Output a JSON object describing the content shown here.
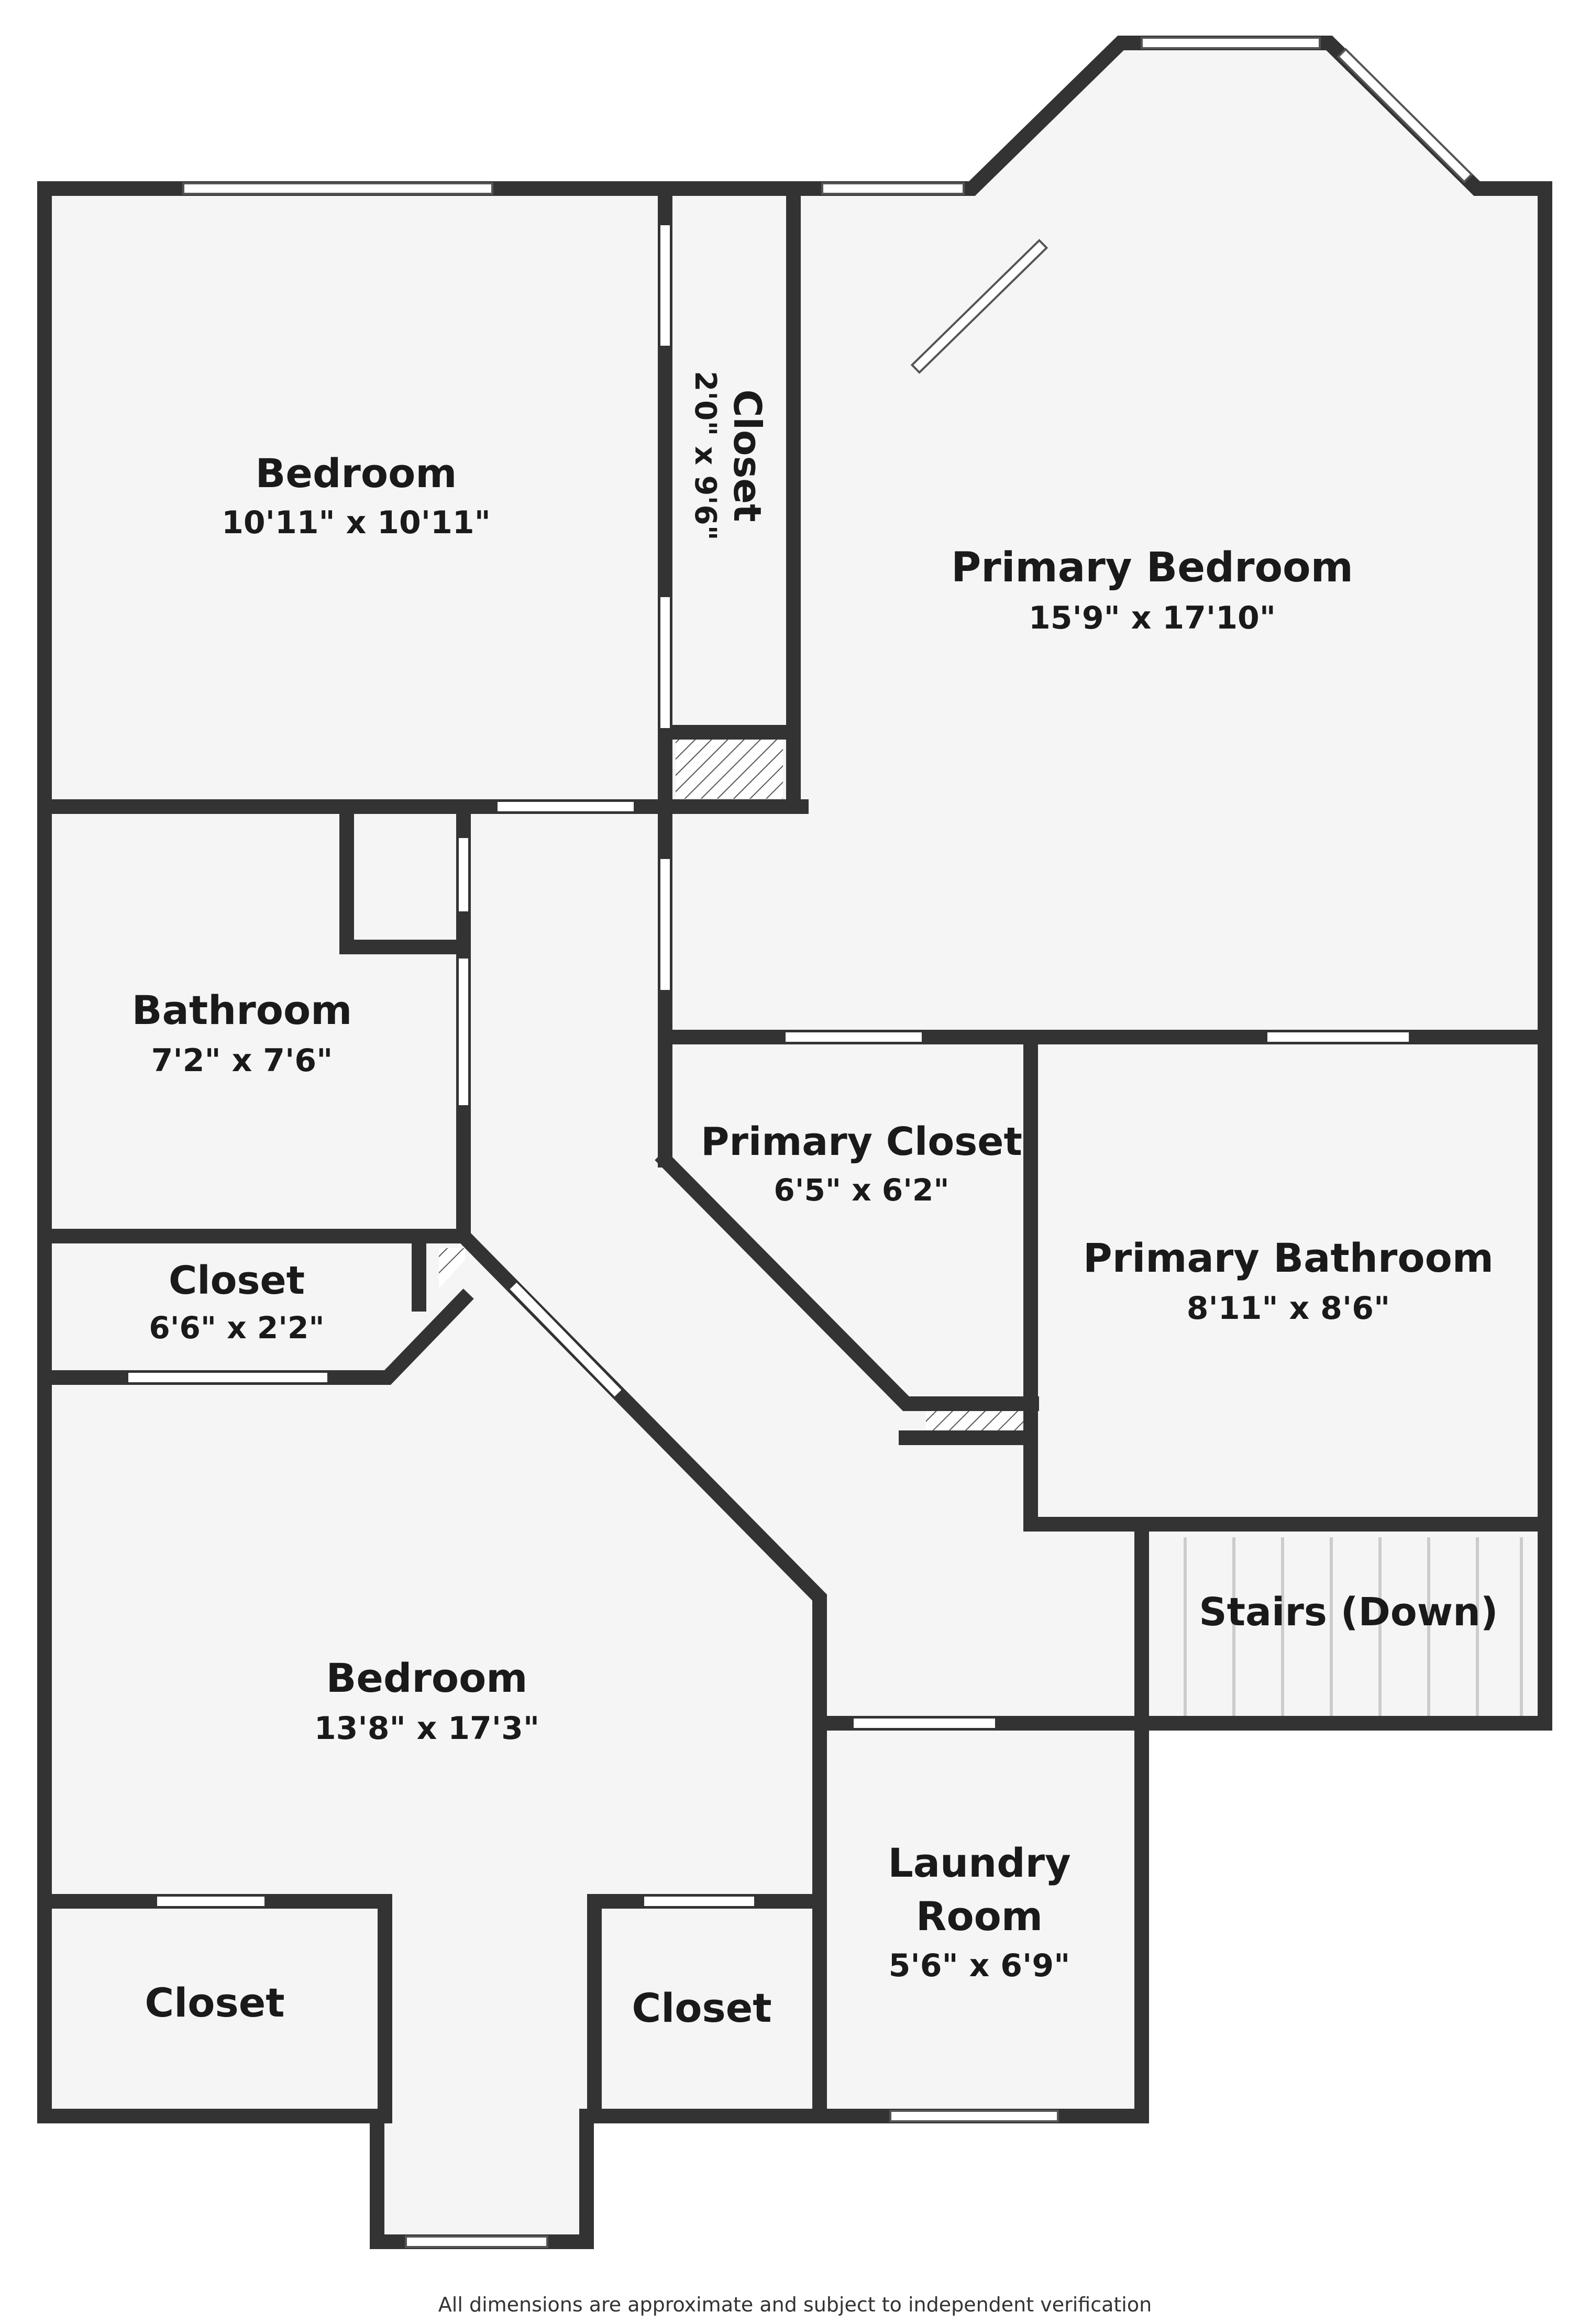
{
  "floor_plan": {
    "rooms": {
      "bedroom_nw": {
        "name": "Bedroom",
        "dims": "10'11\" x 10'11\""
      },
      "closet_nw": {
        "name": "Closet",
        "dims": "2'0\" x 9'6\""
      },
      "primary_bedroom": {
        "name": "Primary Bedroom",
        "dims": "15'9\" x 17'10\""
      },
      "bathroom": {
        "name": "Bathroom",
        "dims": "7'2\" x 7'6\""
      },
      "primary_closet": {
        "name": "Primary Closet",
        "dims": "6'5\" x 6'2\""
      },
      "primary_bathroom": {
        "name": "Primary Bathroom",
        "dims": "8'11\" x 8'6\""
      },
      "closet_hall": {
        "name": "Closet",
        "dims": "6'6\" x 2'2\""
      },
      "stairs": {
        "name": "Stairs (Down)"
      },
      "bedroom_sw": {
        "name": "Bedroom",
        "dims": "13'8\" x 17'3\""
      },
      "laundry": {
        "name_line1": "Laundry",
        "name_line2": "Room",
        "dims": "5'6\" x 6'9\""
      },
      "closet_sw_left": {
        "name": "Closet"
      },
      "closet_sw_right": {
        "name": "Closet"
      }
    },
    "disclaimer": "All dimensions are approximate and subject to independent verification"
  }
}
